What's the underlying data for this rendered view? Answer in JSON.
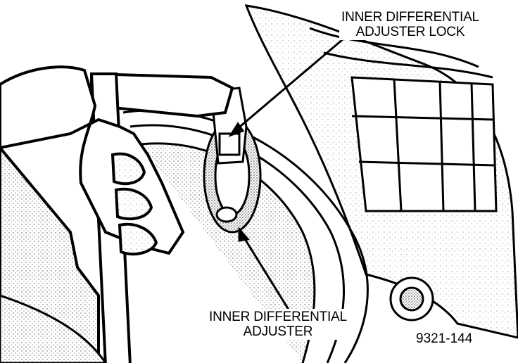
{
  "callouts": {
    "lock": {
      "line1": "INNER DIFFERENTIAL",
      "line2": "ADJUSTER LOCK"
    },
    "adjuster": {
      "line1": "INNER DIFFERENTIAL",
      "line2": "ADJUSTER"
    }
  },
  "figure_number": "9321-144",
  "colors": {
    "ink": "#000000",
    "paper": "#ffffff",
    "stipple": "#8a8a8a"
  }
}
